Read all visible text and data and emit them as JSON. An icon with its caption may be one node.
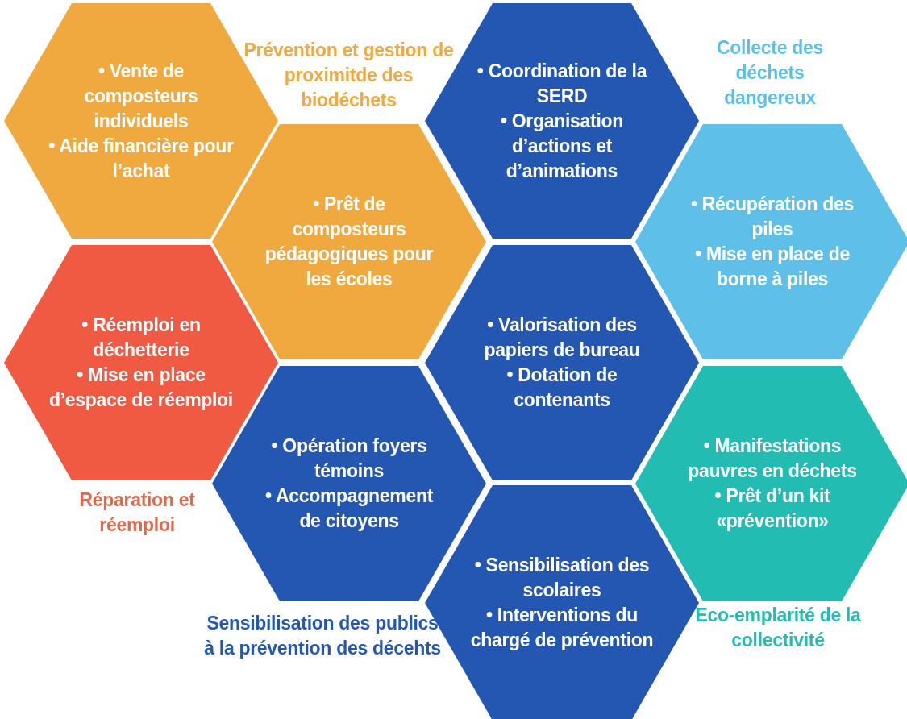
{
  "diagram": {
    "nodes": [
      {
        "text": [
          "• Vente de composteurs individuels",
          "• Aide financière pour l’achat"
        ]
      },
      {
        "text": [
          "• Coordination de la SERD",
          "• Organisation d’actions et d’animations"
        ]
      },
      {
        "text": [
          "• Prêt de composteurs pédagogiques pour les écoles"
        ]
      },
      {
        "text": [
          "• Récupération des piles",
          "• Mise en place de borne à piles"
        ]
      },
      {
        "text": [
          "• Réemploi en déchetterie",
          "• Mise en place d’espace de réemploi"
        ]
      },
      {
        "text": [
          "• Valorisation des papiers de bureau",
          "• Dotation de contenants"
        ]
      },
      {
        "text": [
          "• Opération foyers témoins",
          "• Accompagnement de citoyens"
        ]
      },
      {
        "text": [
          "• Manifestations pauvres en déchets",
          "• Prêt d’un kit «prévention»"
        ]
      },
      {
        "text": [
          "• Sensibilisation des scolaires",
          "• Interventions du chargé de prévention"
        ]
      }
    ],
    "edges": [],
    "labels": [
      "Prévention et gestion de proximitde des biodéchets",
      "Collecte des déchets dangereux",
      "Réparation et réemploi",
      "Sensibilisation des publics à la prévention des décehts",
      "Eco-emplarité de la collectivité"
    ]
  }
}
